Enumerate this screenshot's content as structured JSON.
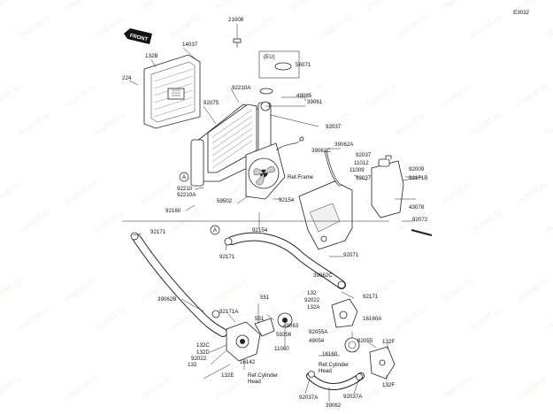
{
  "diagram_code": "E3032",
  "front_label": "FRONT",
  "region_label": "(EU)",
  "callout_letter": "A",
  "watermark": "motod.ru",
  "reference_notes": {
    "frame": "Ref.Frame",
    "cyl_head_left": "Ref.Cylinder\nHead",
    "cyl_head_right": "Ref.Cylinder\nHead"
  },
  "part_labels": [
    "21008",
    "14037",
    "132B",
    "224",
    "92210A",
    "92075",
    "56071",
    "49085",
    "39061",
    "92037",
    "39062A",
    "39062C",
    "92037",
    "11012",
    "11009",
    "92037",
    "92009",
    "92171B",
    "43078",
    "92210",
    "92210A",
    "92160",
    "59502",
    "92154",
    "92154",
    "92072",
    "92171",
    "92171",
    "39062C",
    "92071",
    "132",
    "92022",
    "132A",
    "92171",
    "16160A",
    "39062B",
    "92171A",
    "551",
    "551",
    "49063",
    "59256",
    "11060",
    "92055A",
    "49054",
    "92055",
    "132F",
    "132C",
    "132D",
    "92022",
    "132",
    "16142",
    "132E",
    "16160",
    "92037A",
    "132F",
    "92037A",
    "39062"
  ]
}
